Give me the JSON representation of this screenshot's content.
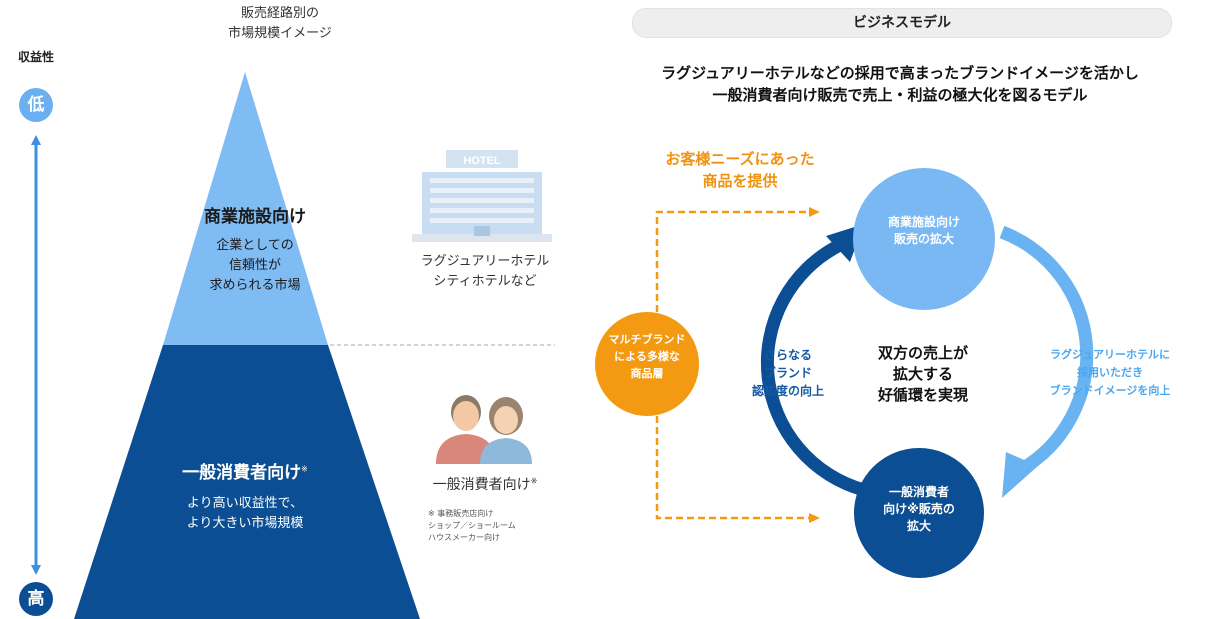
{
  "left_axis": {
    "label": "収益性",
    "top_badge": "低",
    "bottom_badge": "高"
  },
  "pyramid": {
    "title_lines": [
      "販売経路別の",
      "市場規模イメージ"
    ],
    "top_tier": {
      "name": "商業施設向け",
      "desc_lines": [
        "企業としての",
        "信頼性が",
        "求められる市場"
      ]
    },
    "bottom_tier": {
      "name": "一般消費者向け",
      "name_mark": "※",
      "desc_lines": [
        "より高い収益性で、",
        "より大きい市場規模"
      ]
    }
  },
  "examples": {
    "hotel_sign": "HOTEL",
    "hotel_lines": [
      "ラグジュアリーホテル",
      "シティホテルなど"
    ],
    "consumer_label": "一般消費者向け",
    "consumer_mark": "※",
    "consumer_note_lines": [
      "※ 事務販売店向け",
      "ショップ／ショールーム",
      "ハウスメーカー向け"
    ]
  },
  "business_model": {
    "header": "ビジネスモデル",
    "subtitle_lines": [
      "ラグジュアリーホテルなどの採用で高まったブランドイメージを活かし",
      "一般消費者向け販売で売上・利益の極大化を図るモデル"
    ],
    "offer_lines": [
      "お客様ニーズにあった",
      "商品を提供"
    ],
    "multi_brand_lines": [
      "マルチブランド",
      "による多様な",
      "商品層"
    ],
    "top_node_lines": [
      "商業施設向け",
      "販売の拡大"
    ],
    "bottom_node_lines": [
      "一般消費者",
      "向け※販売の",
      "拡大"
    ],
    "center_lines": [
      "双方の売上が",
      "拡大する",
      "好循環を実現"
    ],
    "left_arc_lines": [
      "さらなる",
      "ブランド",
      "認知度の向上"
    ],
    "right_arc_lines": [
      "ラグジュアリーホテルに",
      "採用いただき",
      "ブランドイメージを向上"
    ]
  },
  "colors": {
    "light_blue": "#79b8f2",
    "dark_blue": "#0b4e93",
    "orange": "#f39a12"
  }
}
